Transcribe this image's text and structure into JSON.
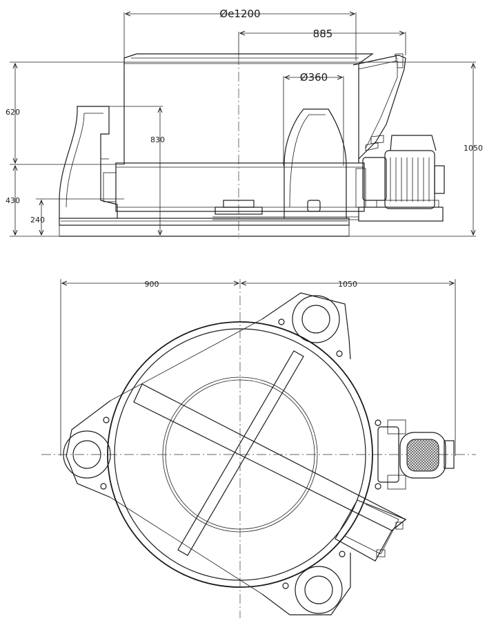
{
  "drawing": {
    "side_view": {
      "dims": {
        "bowl_diameter": "Øe1200",
        "length_885": "885",
        "hub_diameter": "Ø360",
        "height_620": "620",
        "height_830": "830",
        "height_430": "430",
        "height_240": "240",
        "total_height": "1050"
      }
    },
    "top_view": {
      "dims": {
        "left_width": "900",
        "right_width": "1050"
      }
    },
    "colors": {
      "line": "#1a1a1a",
      "background": "#ffffff",
      "mesh": "#555555"
    }
  }
}
